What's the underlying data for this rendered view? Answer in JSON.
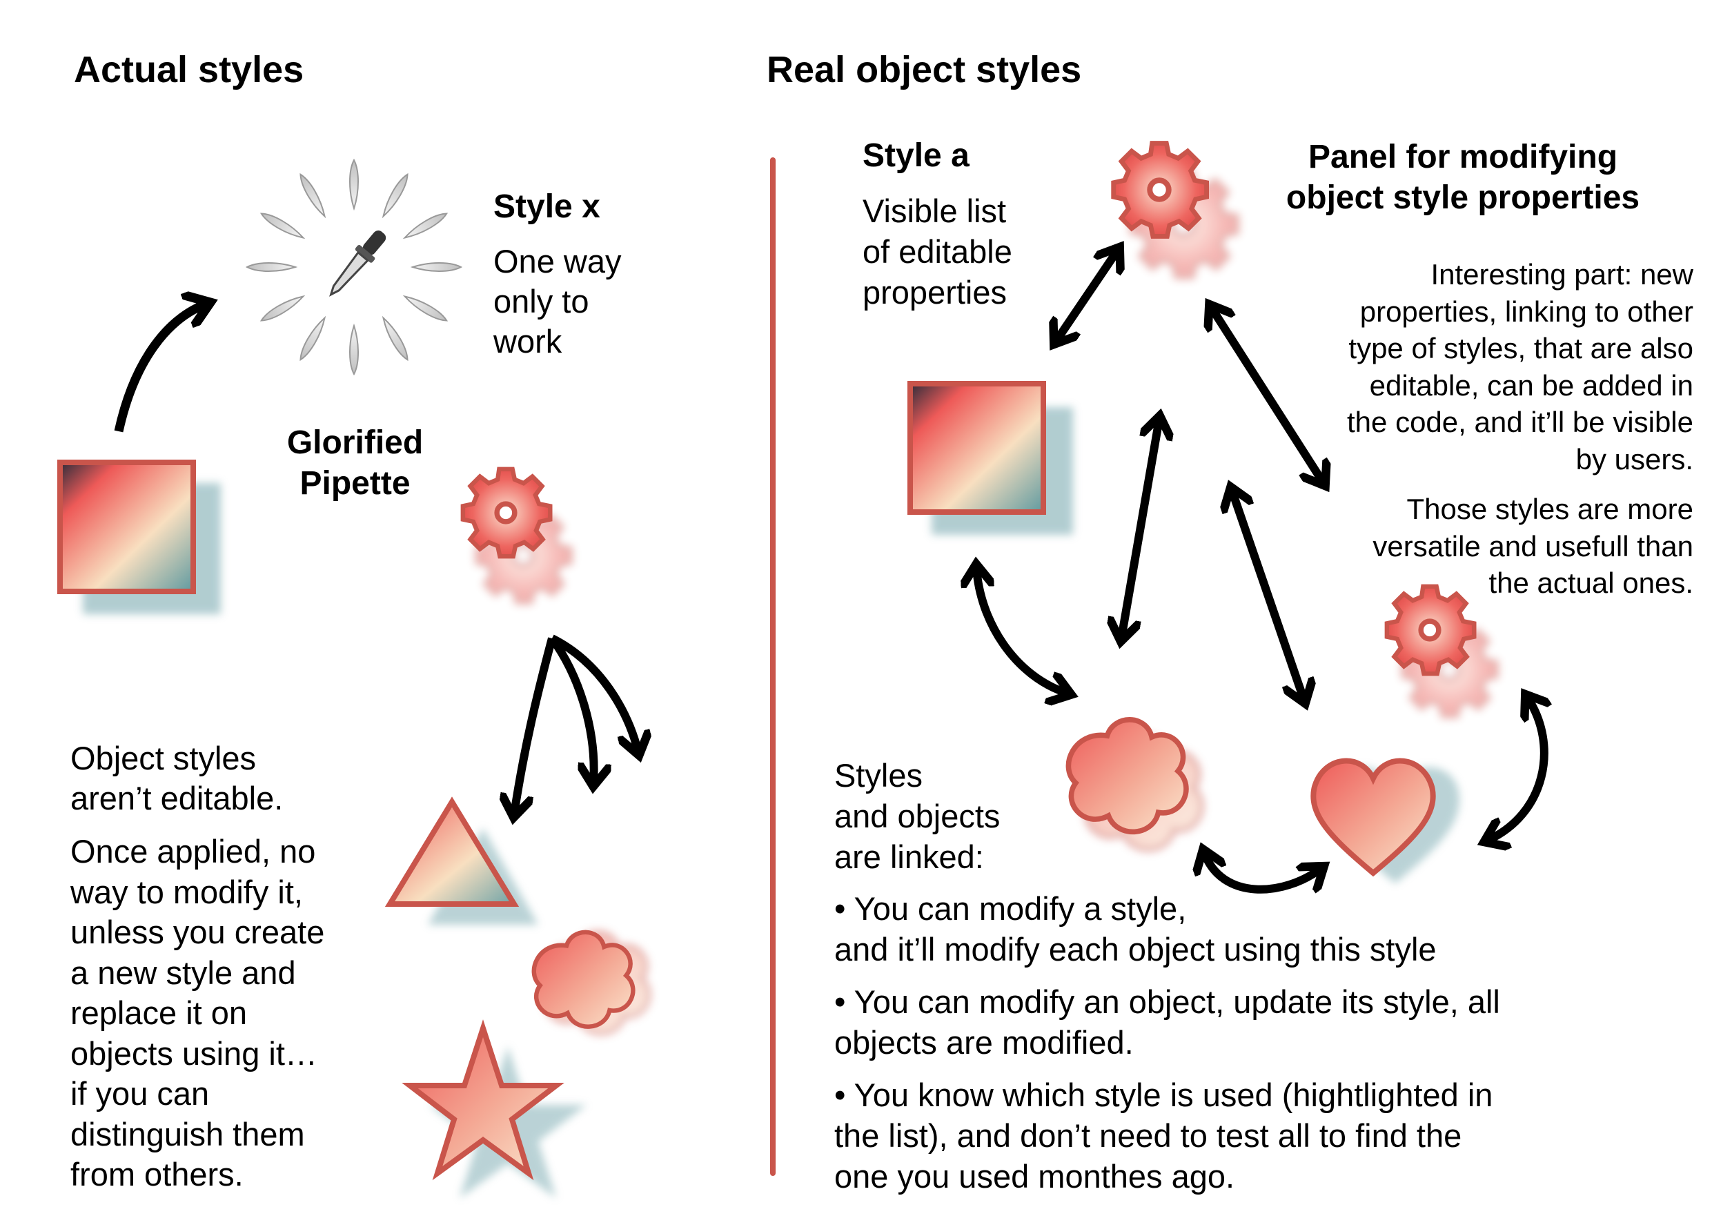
{
  "left_title": "Actual styles",
  "right_title": "Real object styles",
  "style_x": {
    "title": "Style x",
    "lines": [
      "One way",
      "only to",
      "work"
    ]
  },
  "pipette_label": [
    "Glorified",
    "Pipette"
  ],
  "not_editable": [
    "Object styles",
    "aren’t editable."
  ],
  "once_applied": [
    "Once applied, no",
    "way to modify it,",
    "unless you create",
    "a new style and",
    "replace it on",
    "objects using it…",
    "if you can",
    "distinguish them",
    "from others."
  ],
  "style_a": {
    "title": "Style a",
    "lines": [
      "Visible list",
      "of editable",
      "properties"
    ]
  },
  "panel_title": [
    "Panel for modifying",
    "object style properties"
  ],
  "interesting": [
    "Interesting part: new",
    "properties, linking to other",
    "type of styles, that are also",
    "editable, can be added in",
    "the code, and it’ll be visible",
    "by users."
  ],
  "those_styles": [
    "Those styles are more",
    "versatile and usefull than",
    "the actual ones."
  ],
  "linked": [
    "Styles",
    "and objects",
    "are linked:"
  ],
  "bullets": [
    [
      "• You can modify a style,",
      "and it’ll modify each object using this style"
    ],
    [
      "• You can modify an object, update its style, all",
      "objects are modified."
    ],
    [
      "• You know which style is used (hightlighted in",
      "the list), and don’t need to test all to find the",
      "one you used monthes ago."
    ]
  ],
  "colors": {
    "accent": "#c9554b",
    "shape_red": "#ee5a58",
    "shape_cream": "#f8dfc0",
    "shape_teal": "#5f9aa0",
    "shadow": "#a9c8cc"
  },
  "icons": [
    "square-shape-icon",
    "gear-icon",
    "pipette-icon",
    "triangle-shape-icon",
    "flower-shape-icon",
    "star-shape-icon",
    "heart-shape-icon",
    "arrow-icon"
  ]
}
